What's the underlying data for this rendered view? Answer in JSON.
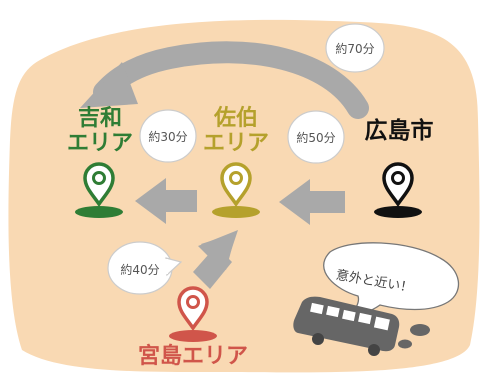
{
  "places": {
    "kiwa": {
      "line1": "吉和",
      "line2": "エリア",
      "color": "#2f7d35",
      "icon": "map-pin-icon"
    },
    "saeki": {
      "line1": "佐伯",
      "line2": "エリア",
      "color": "#b5a12c",
      "icon": "map-pin-icon"
    },
    "hiroshima": {
      "name": "広島市",
      "color": "#111111",
      "icon": "map-pin-icon"
    },
    "miyajima": {
      "name": "宮島エリア",
      "color": "#d0554a",
      "icon": "map-pin-icon"
    }
  },
  "travel_times": {
    "hiroshima_to_kiwa": "約70分",
    "saeki_to_kiwa": "約30分",
    "hiroshima_to_saeki": "約50分",
    "miyajima_to_saeki": "約40分"
  },
  "note": "意外と近い！",
  "colors": {
    "background_blob": "#f9d9b3",
    "arrow": "#a9a9a9",
    "bus": "#666666"
  }
}
